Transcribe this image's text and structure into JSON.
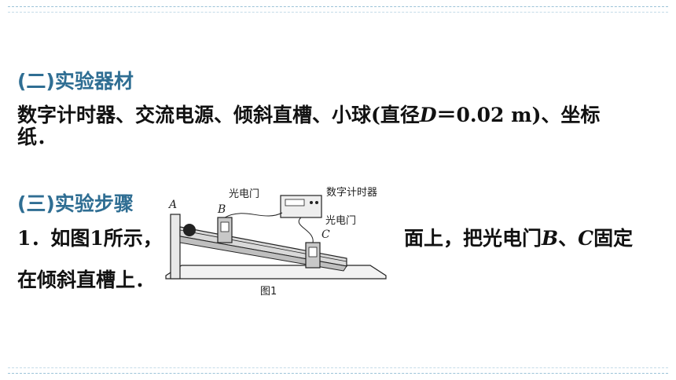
{
  "section2": {
    "heading": "(二)实验器材",
    "line1_a": "数字计时器、交流电源、倾斜直槽、小球(直径",
    "line1_var": "D",
    "line1_b": "＝0.02 m)、坐标",
    "line2": "纸．"
  },
  "section3": {
    "heading": "(三)实验步骤",
    "step1_a": "1．如图1所示，",
    "step1_b": "面上，把光电门",
    "step1_var1": "B",
    "step1_sep": "、",
    "step1_var2": "C",
    "step1_c": "固定",
    "step1_line2": "在倾斜直槽上．"
  },
  "figure": {
    "label_timer": "数字计时器",
    "label_gate_top": "光电门",
    "label_gate_right": "光电门",
    "letter_a": "A",
    "letter_b": "B",
    "letter_c": "C",
    "caption": "图1"
  }
}
